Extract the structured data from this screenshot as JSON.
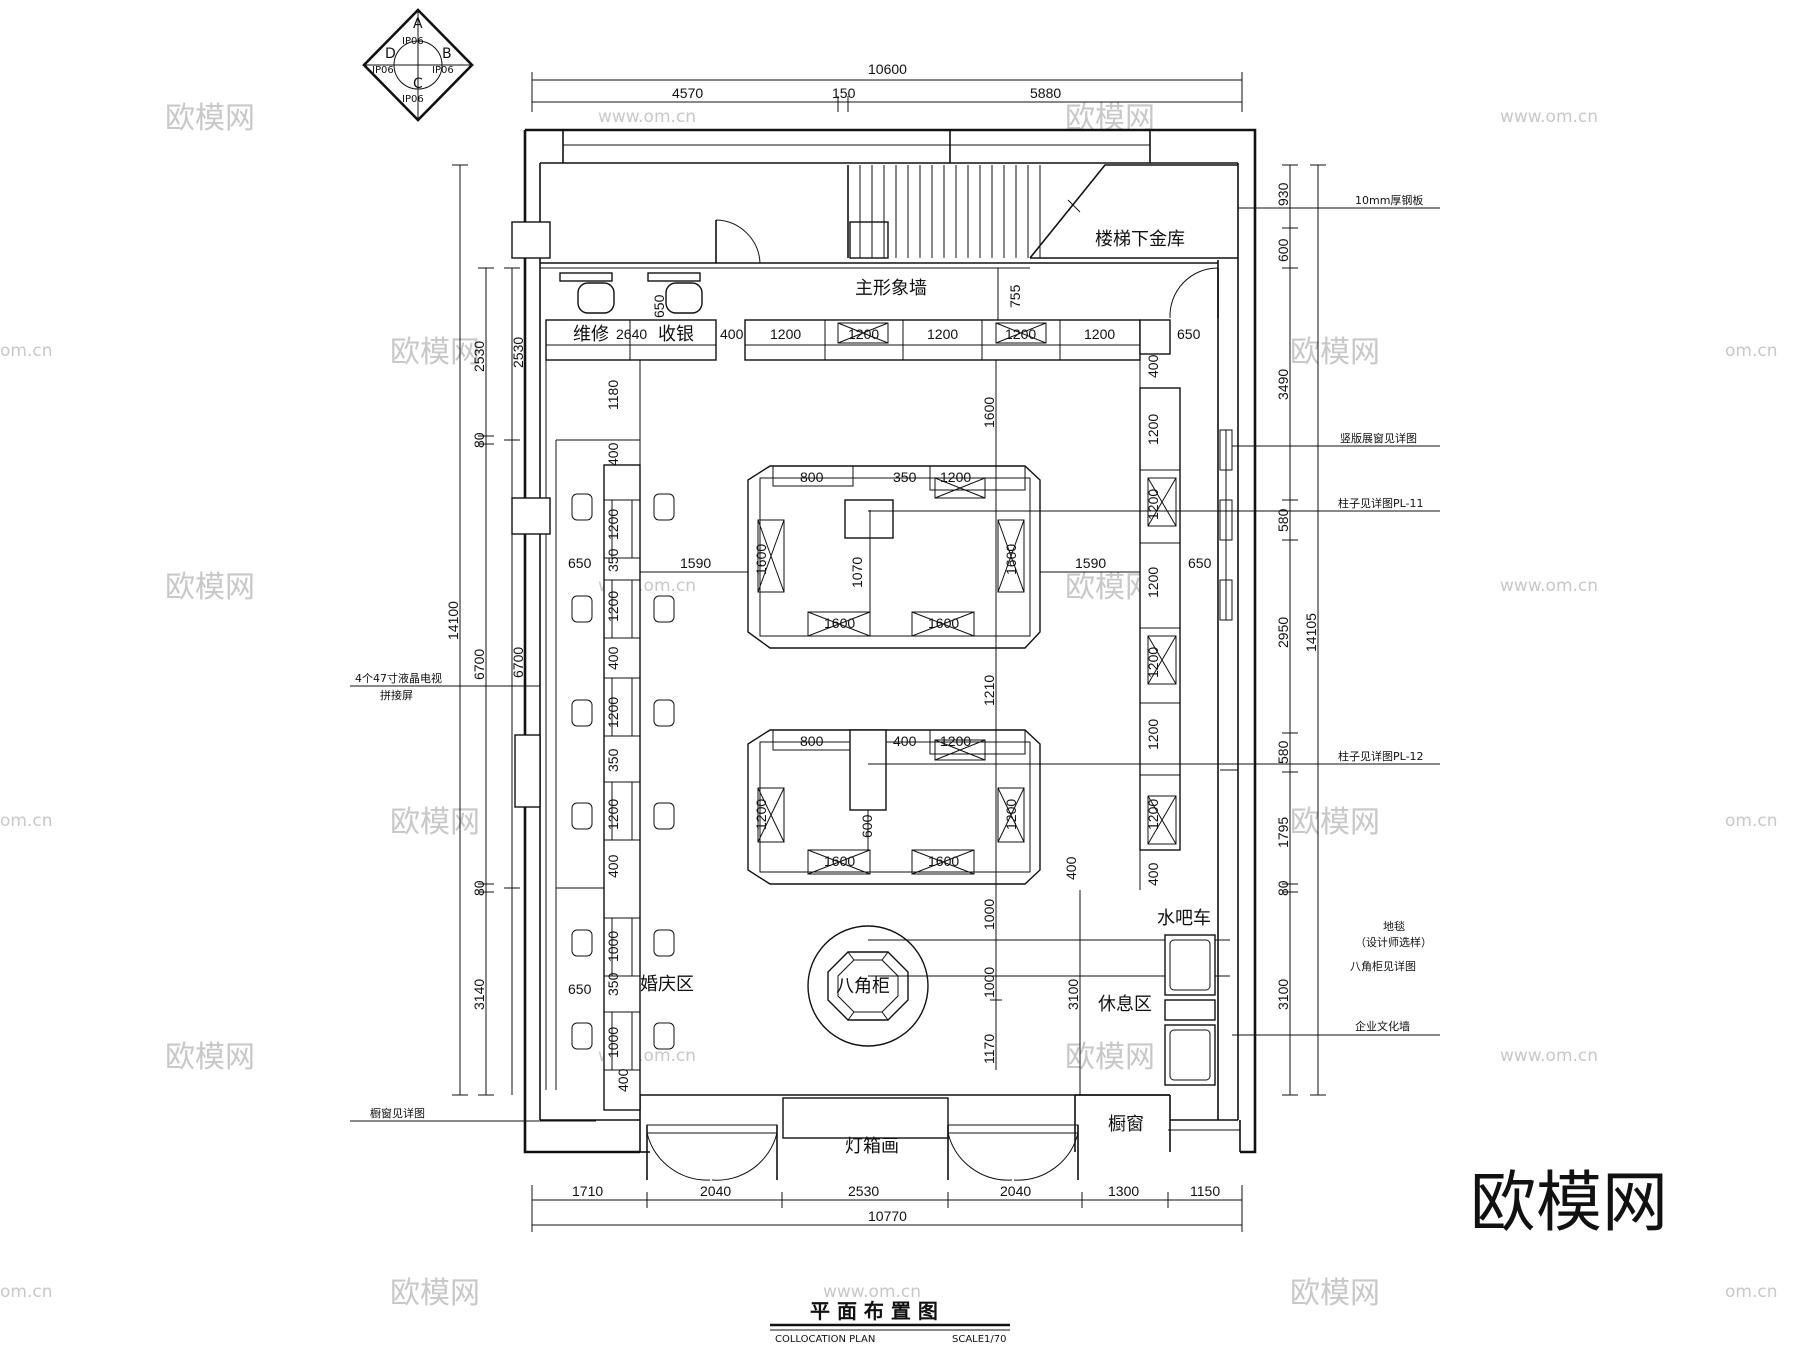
{
  "compass": {
    "top": "A",
    "left": "D",
    "right": "B",
    "bottom": "C",
    "code": "IP06"
  },
  "dims_top": {
    "total": "10600",
    "left": "4570",
    "mid": "150",
    "right": "5880"
  },
  "dims_bottom": {
    "total": "10770",
    "segs": [
      "1710",
      "2040",
      "2530",
      "2040",
      "1300",
      "1150"
    ]
  },
  "dims_left": {
    "total": "14100",
    "a": "2530",
    "b": "80",
    "c": "6700",
    "d": "80",
    "e": "3140",
    "inner_a": "2530",
    "inner_c": "6700"
  },
  "dims_right": {
    "total": "14105",
    "s": [
      "930",
      "600",
      "3490",
      "580",
      "2950",
      "580",
      "1795",
      "80",
      "3100"
    ]
  },
  "dims_inner": {
    "v1180": "1180",
    "v650": "650",
    "v755": "755",
    "v1600": "1600",
    "v1210": "1210",
    "v1000a": "1000",
    "v1000b": "1000",
    "v1170": "1170",
    "v1070": "1070",
    "v600": "600",
    "v3100": "3100",
    "top_row": [
      "2640",
      "400",
      "1200",
      "1200",
      "1200",
      "1200",
      "1200",
      "650"
    ],
    "h1590a": "1590",
    "h1590b": "1590",
    "h650a": "650",
    "h650b": "650",
    "h650c": "650",
    "h650d": "650",
    "c800a": "800",
    "c350": "350",
    "c1200a": "1200",
    "c1600a": "1600",
    "c1600b": "1600",
    "c1600c": "1600",
    "c1600d": "1600",
    "c800b": "800",
    "c400": "400",
    "c1200b": "1200",
    "c1200c": "1200",
    "c1200d": "1200",
    "c1600e": "1600",
    "c1600f": "1600",
    "lv": [
      "400",
      "1200",
      "350",
      "1200",
      "400",
      "1200",
      "350",
      "1200",
      "400",
      "1000",
      "350",
      "1000",
      "400"
    ],
    "rv": [
      "400",
      "1200",
      "1200",
      "1200",
      "1200",
      "1200",
      "1200",
      "400"
    ]
  },
  "rooms": {
    "stair_vault": "楼梯下金库",
    "image_wall": "主形象墙",
    "repair": "维修",
    "cashier": "收银",
    "wedding": "婚庆区",
    "octagon": "八角柜",
    "rest": "休息区",
    "water_bar": "水吧车",
    "light_box": "灯箱画",
    "window": "橱窗"
  },
  "notes": {
    "steel": "10mm厚钢板",
    "vertical_window": "竖版展窗见详图",
    "pillar11": "柱子见详图PL-11",
    "pillar12": "柱子见详图PL-12",
    "carpet": "地毯",
    "carpet_sub": "（设计师选样）",
    "octagon_detail": "八角柜见详图",
    "culture_wall": "企业文化墙",
    "tv": "4个47寸液晶电视",
    "tv_sub": "拼接屏",
    "window_detail": "橱窗见详图"
  },
  "title": {
    "main": "平 面 布 置 图",
    "sub_left": "COLLOCATION PLAN",
    "sub_right": "SCALE1/70"
  },
  "watermark": {
    "logo": "欧模网",
    "url": "www.om.cn",
    "url_short": "om.cn"
  }
}
